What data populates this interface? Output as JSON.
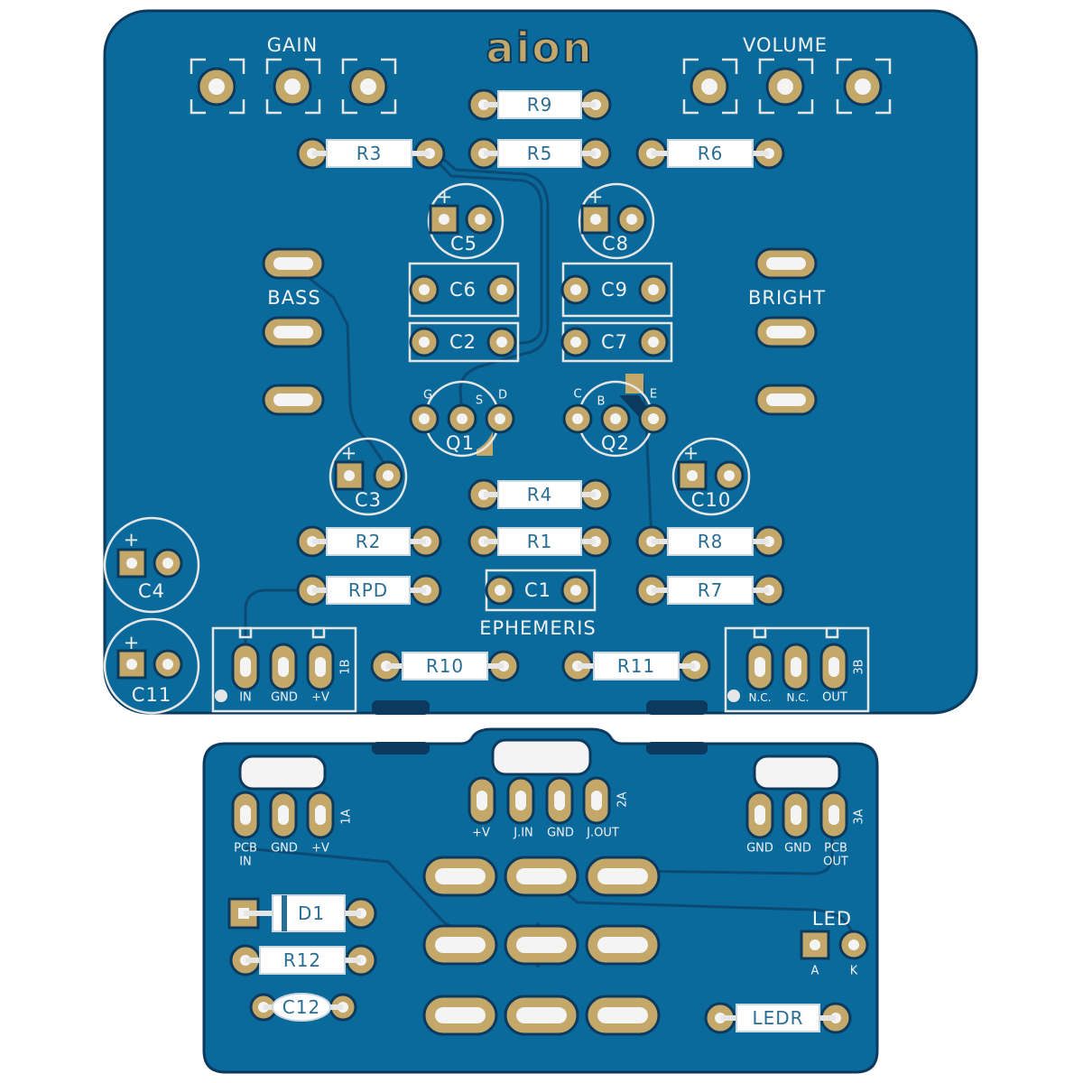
{
  "brand": "aion",
  "board_name": "EPHEMERIS",
  "pots": {
    "gain": "GAIN",
    "volume": "VOLUME"
  },
  "switch_labels": {
    "bass": "BASS",
    "bright": "BRIGHT"
  },
  "resistors": {
    "r9": "R9",
    "r3": "R3",
    "r5": "R5",
    "r6": "R6",
    "r4": "R4",
    "r2": "R2",
    "r1": "R1",
    "r8": "R8",
    "rpd": "RPD",
    "r7": "R7",
    "r10": "R10",
    "r11": "R11",
    "r12": "R12",
    "ledr": "LEDR"
  },
  "capacitors": {
    "c5": "C5",
    "c8": "C8",
    "c6": "C6",
    "c9": "C9",
    "c2": "C2",
    "c7": "C7",
    "c3": "C3",
    "c10": "C10",
    "c4": "C4",
    "c11": "C11",
    "c1": "C1",
    "c12": "C12"
  },
  "polarity_mark": "+",
  "transistors": {
    "q1": {
      "name": "Q1",
      "pins": [
        "G",
        "S",
        "D"
      ]
    },
    "q2": {
      "name": "Q2",
      "pins": [
        "C",
        "B",
        "E"
      ]
    }
  },
  "headers": {
    "h1b": {
      "id": "1B",
      "pins": [
        "IN",
        "GND",
        "+V"
      ]
    },
    "h3b": {
      "id": "3B",
      "pins": [
        "N.C.",
        "N.C.",
        "OUT"
      ]
    },
    "h1a": {
      "id": "1A",
      "pins": [
        "PCB\nIN",
        "GND",
        "+V"
      ],
      "pin1_line1": "PCB",
      "pin1_line2": "IN"
    },
    "h2a": {
      "id": "2A",
      "pins": [
        "+V",
        "J.IN",
        "GND",
        "J.OUT"
      ]
    },
    "h3a": {
      "id": "3A",
      "pins": [
        "GND",
        "GND",
        "PCB OUT"
      ],
      "pin3_line1": "PCB",
      "pin3_line2": "OUT"
    }
  },
  "diode": "D1",
  "led": {
    "label": "LED",
    "anode": "A",
    "cathode": "K"
  },
  "colors": {
    "board": "#0b6a9c",
    "board_edge": "#0b3a5e",
    "pad": "#c3a86a",
    "silkscreen": "#e6e6e6",
    "brand": "#c3a86a"
  }
}
